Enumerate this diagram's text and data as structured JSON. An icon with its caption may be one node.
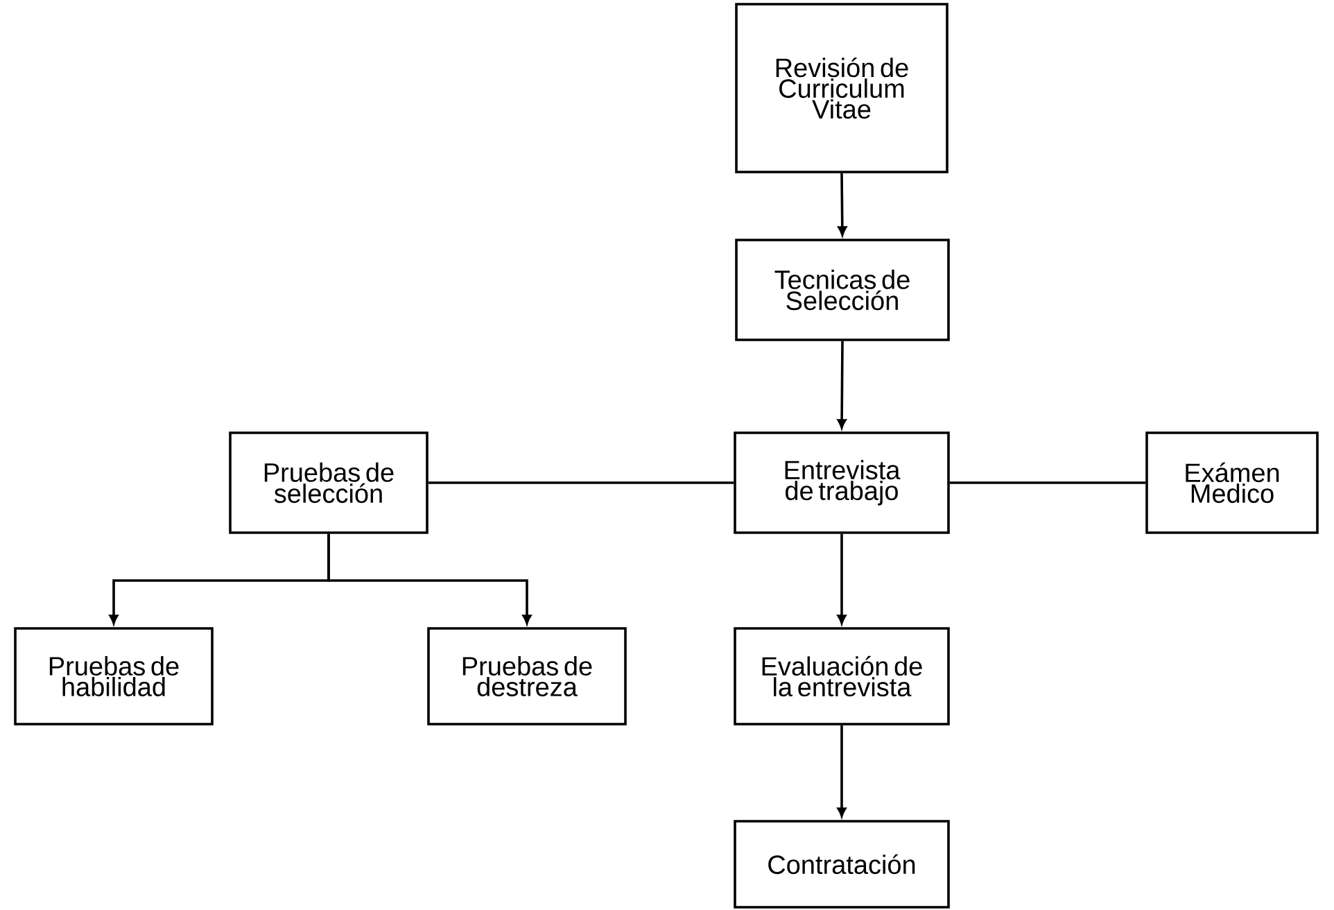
{
  "diagram": {
    "nodes": [
      {
        "text": [
          "Revisión de Curriculum Vitae"
        ]
      },
      {
        "text": [
          "Tecnicas de Selección"
        ]
      },
      {
        "text": [
          "Entrevista de trabajo"
        ]
      },
      {
        "text": [
          "Pruebas de selección"
        ]
      },
      {
        "text": [
          "Exámen Medico"
        ]
      },
      {
        "text": [
          "Pruebas de habilidad"
        ]
      },
      {
        "text": [
          "Pruebas de destreza"
        ]
      },
      {
        "text": [
          "Evaluación de la entrevista"
        ]
      },
      {
        "text": [
          "Contratación"
        ]
      }
    ],
    "edges": [
      {
        "from": 0,
        "to": 1,
        "arrow": "to"
      },
      {
        "from": 1,
        "to": 2,
        "arrow": "to"
      },
      {
        "from": 3,
        "to": 2,
        "arrow": "none"
      },
      {
        "from": 2,
        "to": 4,
        "arrow": "none"
      },
      {
        "from": 3,
        "to": 5,
        "arrow": "to"
      },
      {
        "from": 3,
        "to": 6,
        "arrow": "to"
      },
      {
        "from": 2,
        "to": 7,
        "arrow": "to"
      },
      {
        "from": 7,
        "to": 8,
        "arrow": "to"
      }
    ]
  }
}
